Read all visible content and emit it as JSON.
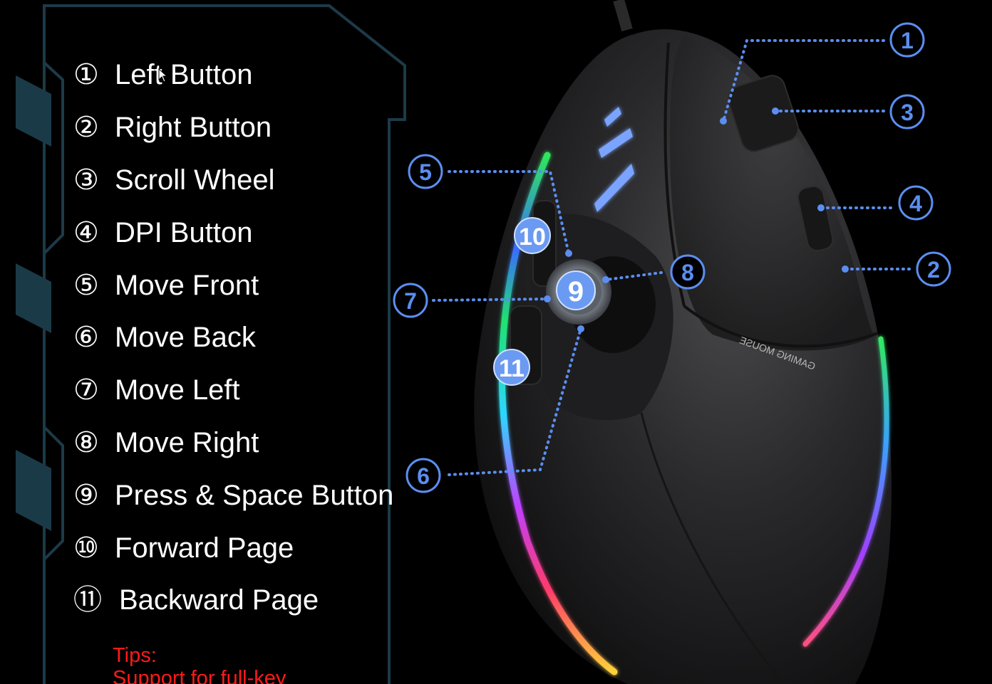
{
  "legend": {
    "items": [
      {
        "num": "①",
        "label": "Left Button"
      },
      {
        "num": "②",
        "label": "Right Button"
      },
      {
        "num": "③",
        "label": "Scroll Wheel"
      },
      {
        "num": "④",
        "label": "DPI Button"
      },
      {
        "num": "⑤",
        "label": "Move Front"
      },
      {
        "num": "⑥",
        "label": "Move Back"
      },
      {
        "num": "⑦",
        "label": "Move Left"
      },
      {
        "num": "⑧",
        "label": "Move Right"
      },
      {
        "num": "⑨",
        "label": "Press & Space Button"
      },
      {
        "num": "⑩",
        "label": "Forward Page"
      },
      {
        "num": "⑪",
        "label": "Backward Page"
      }
    ]
  },
  "tips": {
    "title": "Tips:",
    "text": "Support for full-key"
  },
  "callouts": {
    "c1": "1",
    "c2": "2",
    "c3": "3",
    "c4": "4",
    "c5": "5",
    "c6": "6",
    "c7": "7",
    "c8": "8",
    "c9": "9",
    "c10": "10",
    "c11": "11"
  },
  "mouse_brand": "GAMING MOUSE",
  "colors": {
    "callout": "#5b8ef0",
    "frame": "#1d3a48",
    "tips": "#ff1a1a",
    "background": "#000000",
    "text": "#ffffff"
  }
}
